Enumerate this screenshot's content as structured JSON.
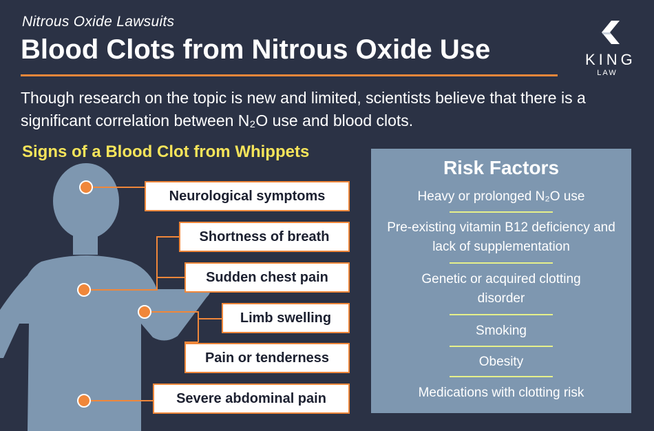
{
  "header": {
    "subtitle": "Nitrous Oxide Lawsuits",
    "title": "Blood Clots from Nitrous Oxide Use"
  },
  "logo": {
    "word": "KING",
    "sub": "LAW"
  },
  "intro": "Though research on the topic is new and limited, scientists believe that there is a significant correlation between N₂O use and blood clots.",
  "signs": {
    "heading": "Signs of a Blood Clot from Whippets",
    "items": [
      "Neurological symptoms",
      "Shortness of breath",
      "Sudden chest pain",
      "Limb swelling",
      "Pain or tenderness",
      "Severe abdominal pain"
    ]
  },
  "risk": {
    "title": "Risk Factors",
    "items": [
      "Heavy or prolonged N₂O use",
      "Pre-existing vitamin B12 deficiency and lack of supplementation",
      "Genetic or acquired clotting disorder",
      "Smoking",
      "Obesity",
      "Medications with clotting risk"
    ]
  },
  "colors": {
    "background": "#2b3245",
    "accent": "#f0873a",
    "heading": "#f5e45a",
    "panel": "#7e97b0",
    "silhouette": "#7e97b0"
  }
}
